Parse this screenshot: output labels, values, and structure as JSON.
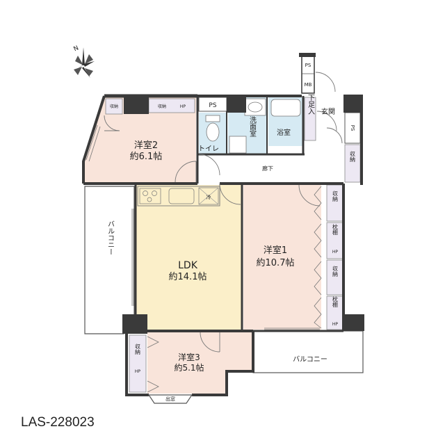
{
  "plan_code": "LAS-228023",
  "compass": {
    "north_label": "N"
  },
  "rooms": {
    "western2": {
      "name": "洋室2",
      "area": "約6.1帖"
    },
    "western1": {
      "name": "洋室1",
      "area": "約10.7帖"
    },
    "western3": {
      "name": "洋室3",
      "area": "約5.1帖"
    },
    "ldk": {
      "name": "LDK",
      "area": "約14.1帖"
    },
    "washroom": {
      "name": "洗面室"
    },
    "bath": {
      "name": "浴室"
    },
    "toilet": {
      "name": "トイレ"
    },
    "corridor": {
      "name": "廊下"
    },
    "entrance": {
      "name": "玄関"
    },
    "shoe_box": {
      "name": "下足入"
    },
    "balcony_left": {
      "name": "バルコニー"
    },
    "balcony_bottom": {
      "name": "バルコニー"
    },
    "bay_window": {
      "name": "出窓"
    }
  },
  "fixtures": {
    "ps_top": "PS",
    "ps_right": "PS",
    "ps_mb_1": "PS",
    "ps_mb_2": "MB",
    "storage_w2_small": "収納",
    "storage_w2_hp_label": "収納",
    "storage_w2_hp": "HP",
    "storage_corridor": "収納",
    "storage_w1_a": "収納",
    "shelf_w1_a": "枕棚",
    "shelf_w1_a_hp": "HP",
    "storage_w1_b": "収納",
    "shelf_w1_b": "枕棚",
    "shelf_w1_b_hp": "HP",
    "storage_w3": "収納",
    "storage_w3_hp": "HP",
    "kitchen_mark": "冷"
  },
  "colors": {
    "wall": "#3a3a3a",
    "western_room": "#f9e4da",
    "ldk_floor": "#fbefc9",
    "wet_area": "#d6eaf3",
    "corridor": "#ffffff",
    "storage": "#ede8f3",
    "balcony": "#ffffff"
  }
}
